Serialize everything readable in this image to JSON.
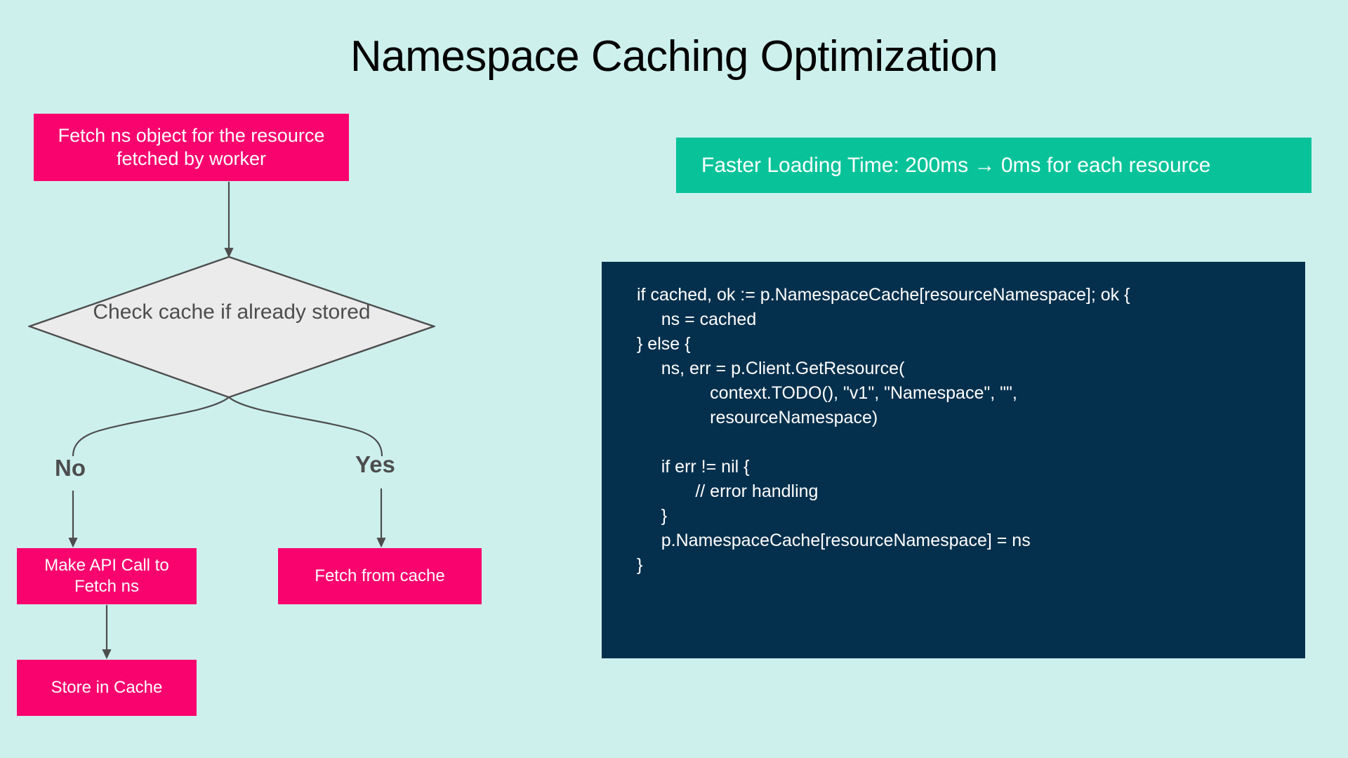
{
  "page": {
    "background_color": "#cdf0ed",
    "title": "Namespace Caching Optimization"
  },
  "flowchart": {
    "nodes": {
      "fetch_ns": {
        "label": "Fetch ns object for the resource fetched by worker",
        "shape": "rectangle",
        "fill": "#f9036e",
        "text_color": "#ffffff"
      },
      "decision": {
        "label": "Check cache  if already stored",
        "shape": "diamond",
        "fill": "#ebebeb",
        "stroke": "#4d4d4d",
        "text_color": "#4d4d4d"
      },
      "make_api_call": {
        "label": "Make API Call to Fetch ns",
        "shape": "rectangle",
        "fill": "#f9036e",
        "text_color": "#ffffff"
      },
      "store_in_cache": {
        "label": "Store in Cache",
        "shape": "rectangle",
        "fill": "#f9036e",
        "text_color": "#ffffff"
      },
      "fetch_from_cache": {
        "label": "Fetch from cache",
        "shape": "rectangle",
        "fill": "#f9036e",
        "text_color": "#ffffff"
      }
    },
    "branch_labels": {
      "no": "No",
      "yes": "Yes"
    },
    "edges": [
      {
        "from": "fetch_ns",
        "to": "decision",
        "label": ""
      },
      {
        "from": "decision",
        "to": "make_api_call",
        "label": "No"
      },
      {
        "from": "decision",
        "to": "fetch_from_cache",
        "label": "Yes"
      },
      {
        "from": "make_api_call",
        "to": "store_in_cache",
        "label": ""
      }
    ]
  },
  "result_banner": {
    "text": "Faster Loading Time: 200ms → 0ms for each resource",
    "fill": "#08c39a",
    "text_color": "#ffffff"
  },
  "code_panel": {
    "background": "#05304d",
    "text_color": "#ffffff",
    "language": "go",
    "code": "if cached, ok := p.NamespaceCache[resourceNamespace]; ok {\n     ns = cached\n} else {\n     ns, err = p.Client.GetResource(\n               context.TODO(), \"v1\", \"Namespace\", \"\",\n               resourceNamespace)\n\n     if err != nil {\n            // error handling\n     }\n     p.NamespaceCache[resourceNamespace] = ns\n}",
    "lines": [
      "if cached, ok := p.NamespaceCache[resourceNamespace]; ok {",
      "     ns = cached",
      "} else {",
      "     ns, err = p.Client.GetResource(",
      "               context.TODO(), \"v1\", \"Namespace\", \"\",",
      "               resourceNamespace)",
      "",
      "     if err != nil {",
      "            // error handling",
      "     }",
      "     p.NamespaceCache[resourceNamespace] = ns",
      "}"
    ]
  }
}
